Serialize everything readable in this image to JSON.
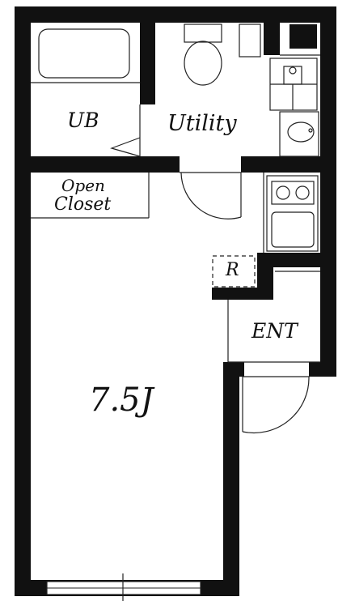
{
  "rooms": {
    "bath": "UB",
    "utility": "Utility",
    "closet_line1": "Open",
    "closet_line2": "Closet",
    "fridge": "R",
    "entrance": "ENT",
    "main": "7.5J"
  },
  "colors": {
    "wall": "#111111",
    "line": "#222222",
    "background": "#ffffff"
  }
}
